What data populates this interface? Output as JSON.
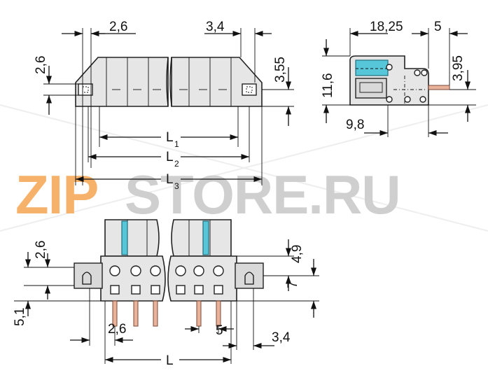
{
  "watermark": {
    "text_left": "ZIP",
    "text_right": "STORE.RU",
    "color_left": "#f6b26b",
    "color_right": "#cfcfcf"
  },
  "top_view": {
    "dim_2_6_top": "2,6",
    "dim_3_4_top": "3,4",
    "dim_2_6_left": "2,6",
    "dim_3_55": "3,55",
    "L1_main": "L",
    "L1_sub": "1",
    "L2_main": "L",
    "L2_sub": "2",
    "L3_main": "L",
    "L3_sub": "3"
  },
  "side_view": {
    "dim_18_25": "18,25",
    "dim_5": "5",
    "dim_11_6": "11,6",
    "dim_3_95": "3,95",
    "dim_9_8": "9,8"
  },
  "front_view": {
    "dim_2_6_left": "2,6",
    "dim_5_1": "5,1",
    "dim_2_6_bottom": "2,6",
    "dim_5_bottom": "5",
    "dim_3_4_bottom": "3,4",
    "dim_4_9": "4,9",
    "dim_7": "7",
    "L_main": "L"
  },
  "colors": {
    "lever": "#58c6d9",
    "pin": "#e8b39a",
    "housing": "#e6e6e6"
  }
}
